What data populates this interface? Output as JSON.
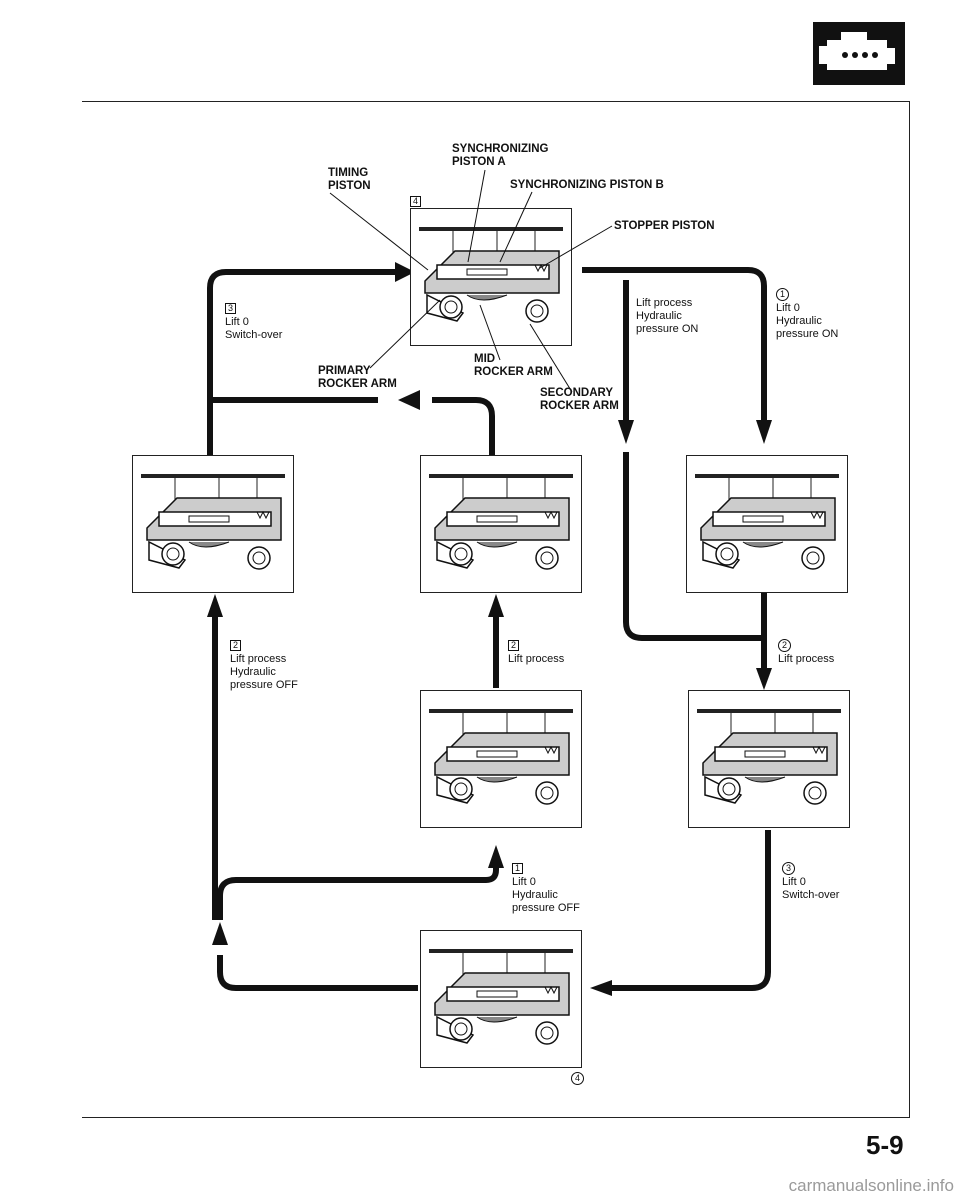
{
  "callouts": {
    "sync_a": "SYNCHRONIZING\nPISTON A",
    "timing": "TIMING\nPISTON",
    "sync_b": "SYNCHRONIZING PISTON B",
    "stopper": "STOPPER PISTON",
    "primary": "PRIMARY\nROCKER ARM",
    "mid": "MID\nROCKER ARM",
    "secondary": "SECONDARY\nROCKER ARM"
  },
  "steps": {
    "top_marker": "4",
    "left3_num": "3",
    "left3_text": "Lift 0\nSwitch-over",
    "center_lift_on": "Lift process\nHydraulic\npressure ON",
    "right1_num": "1",
    "right1_text": "Lift 0\nHydraulic\npressure ON",
    "left2_num": "2",
    "left2_text": "Lift process\nHydraulic\npressure OFF",
    "mid2_num": "2",
    "mid2_text": "Lift process",
    "right2_num": "2",
    "right2_text": "Lift process",
    "mid1_num": "1",
    "mid1_text": "Lift 0\nHydraulic\npressure OFF",
    "right3_num": "3",
    "right3_text": "Lift 0\nSwitch-over",
    "bottom4_num": "4"
  },
  "page_number": "5-9",
  "footer": "carmanualsonline.info",
  "icons": {
    "section_tab": "engine-icon"
  },
  "colors": {
    "ink": "#111111",
    "background": "#ffffff",
    "watermark": "#9a9a9a"
  }
}
